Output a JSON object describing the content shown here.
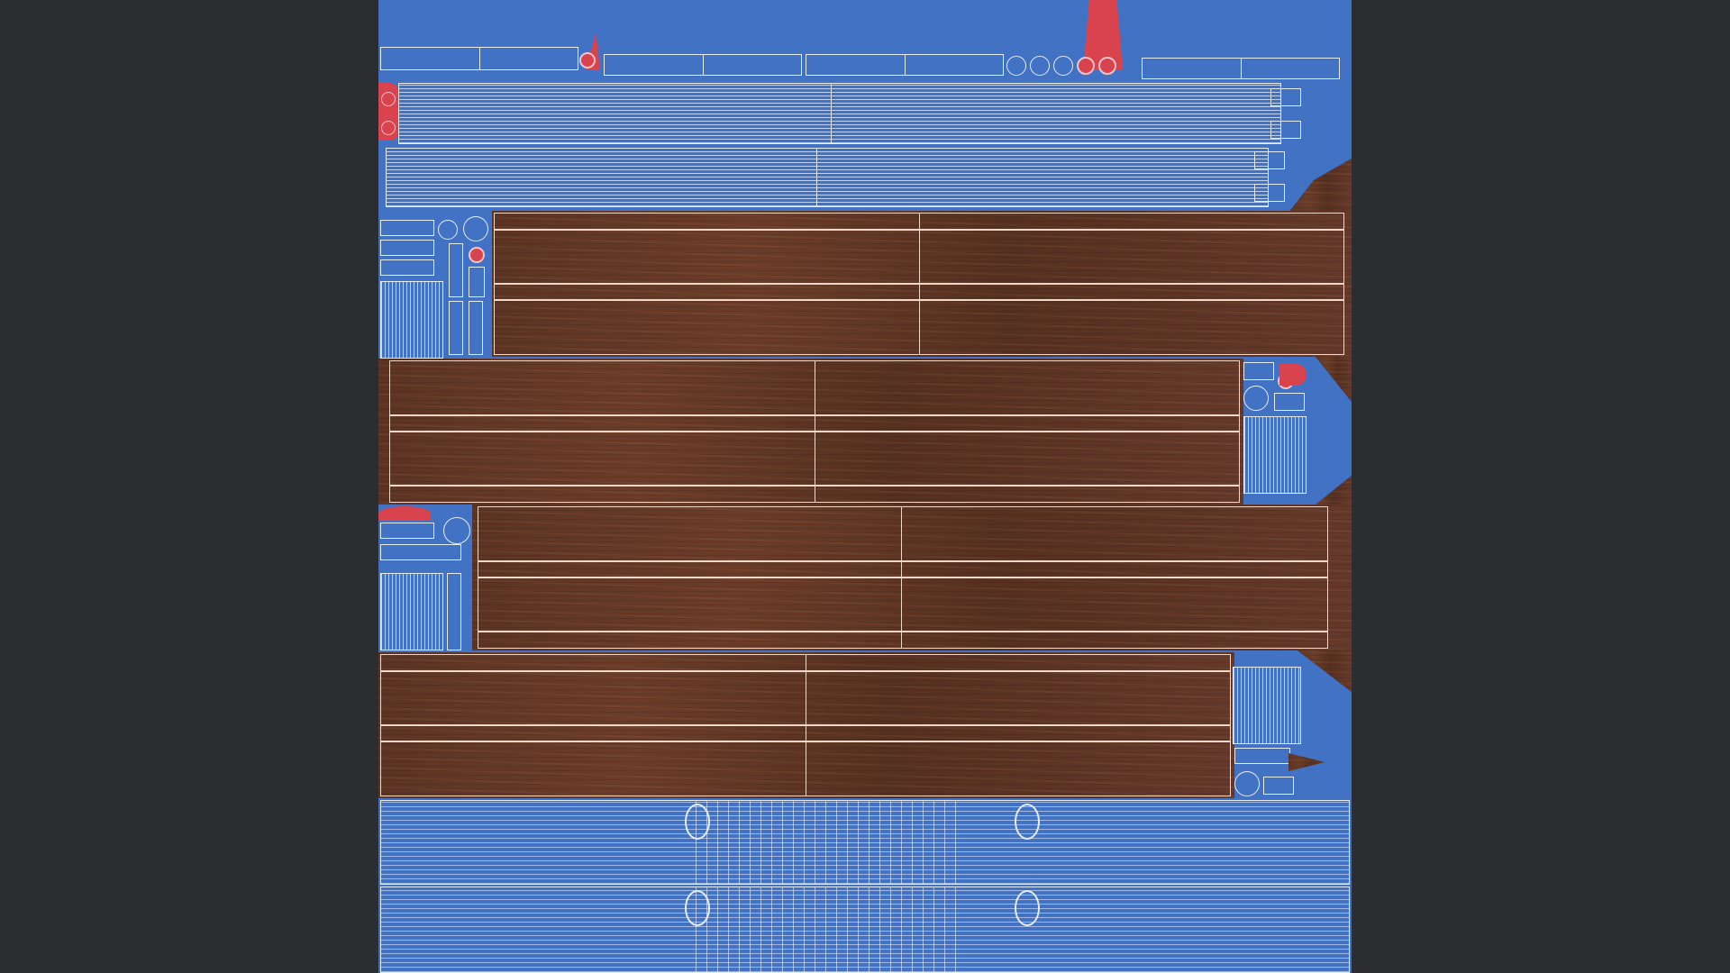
{
  "title": "",
  "colors": {
    "background": "#2b2d31",
    "atlas_blue": "#4272c4",
    "wood": "#5a3322",
    "accent_red": "#d8434e",
    "wire": "#e8eef9"
  },
  "wood_panels": [
    {
      "name": "wood-panel-1",
      "rows": 3
    },
    {
      "name": "wood-panel-2",
      "rows": 3
    },
    {
      "name": "wood-panel-3",
      "rows": 3
    },
    {
      "name": "wood-panel-4",
      "rows": 3
    }
  ],
  "icons": [
    "uv-island-icon",
    "circle-island-icon",
    "eye-island-icon"
  ]
}
